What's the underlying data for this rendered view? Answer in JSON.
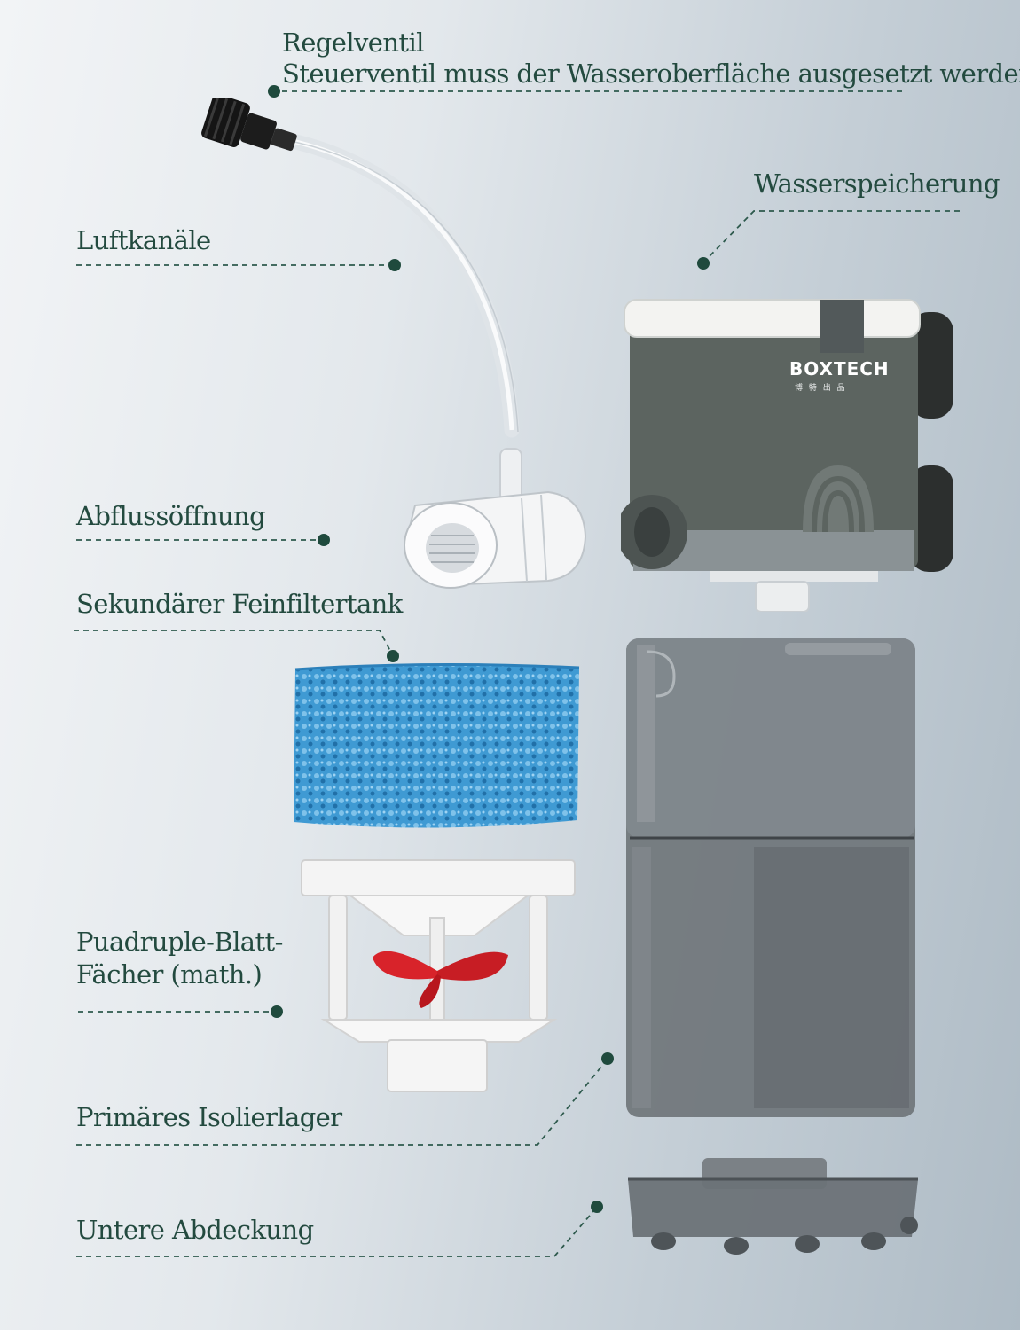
{
  "labels": {
    "regelventil_title": "Regelventil",
    "regelventil_note": "Steuerventil muss der Wasseroberfläche ausgesetzt werden",
    "wasserspeicherung": "Wasserspeicherung",
    "luftkanaele": "Luftkanäle",
    "abflussoeffnung": "Abflussöffnung",
    "feinfiltertank": "Sekundärer Feinfiltertank",
    "blatt_line1": "Puadruple-Blatt-",
    "blatt_line2": "Fächer (math.)",
    "isolierlager": "Primäres Isolierlager",
    "abdeckung": "Untere Abdeckung"
  },
  "product": {
    "brand": "BOXTECH",
    "brand_sub": "博 特 出 品"
  },
  "colors": {
    "label_text": "#234a3f",
    "leader_line": "#2e5a4d",
    "pump_body": "#5c6460",
    "sponge": "#3f9ad3",
    "impeller": "#d8232a",
    "tank": "#6f757a"
  }
}
